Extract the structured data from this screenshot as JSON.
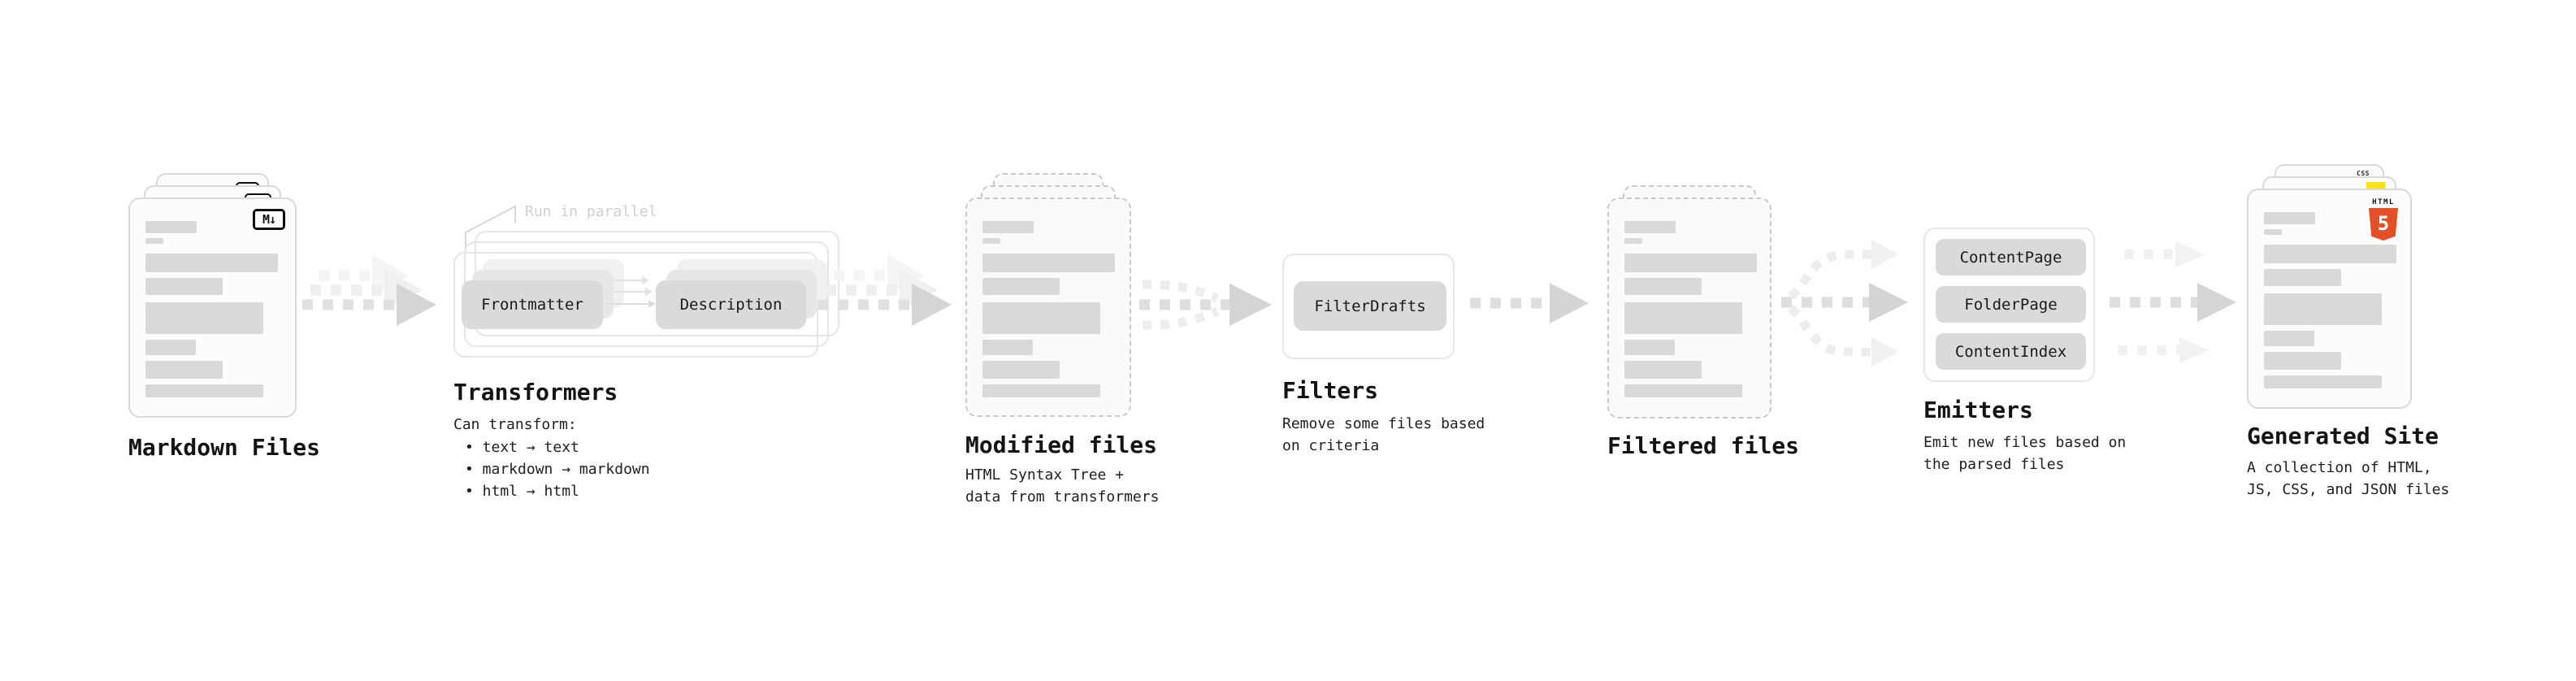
{
  "colors": {
    "background": "#ffffff",
    "card_border": "#d9d9d9",
    "dashed_border": "#c9c9c9",
    "content_bar": "#d9d9d9",
    "chip_fill": "#dadada",
    "outline_border": "#e6e6e6",
    "arrow_dash": "#e0e0e0",
    "arrow_head": "#d5d5d5",
    "arrow_light": "#efefef",
    "annotation_gray": "#cfcfcf",
    "title_color": "#141414",
    "html5_orange": "#e34f26",
    "js_yellow": "#ffe012",
    "css_blue": "#2c63ff"
  },
  "stages": {
    "markdown_files": {
      "title": "Markdown Files",
      "badge": "M↓"
    },
    "transformers": {
      "annotation": "Run in parallel",
      "step1": "Frontmatter",
      "step2": "Description",
      "title": "Transformers",
      "desc_heading": "Can transform:",
      "bullets": [
        "• text → text",
        "• markdown → markdown",
        "• html → html"
      ]
    },
    "modified_files": {
      "title": "Modified files",
      "subtitle": [
        "HTML Syntax Tree +",
        "data from transformers"
      ]
    },
    "filters": {
      "item": "FilterDrafts",
      "title": "Filters",
      "subtitle": [
        "Remove some files based",
        "on criteria"
      ]
    },
    "filtered_files": {
      "title": "Filtered files"
    },
    "emitters": {
      "items": [
        "ContentPage",
        "FolderPage",
        "ContentIndex"
      ],
      "title": "Emitters",
      "subtitle": [
        "Emit new files based on",
        "the parsed files"
      ]
    },
    "generated_site": {
      "title": "Generated Site",
      "subtitle": [
        "A collection of HTML,",
        "JS, CSS, and JSON files"
      ],
      "badges": {
        "html_label": "HTML",
        "html_number": "5",
        "css_label": "CSS"
      }
    }
  }
}
